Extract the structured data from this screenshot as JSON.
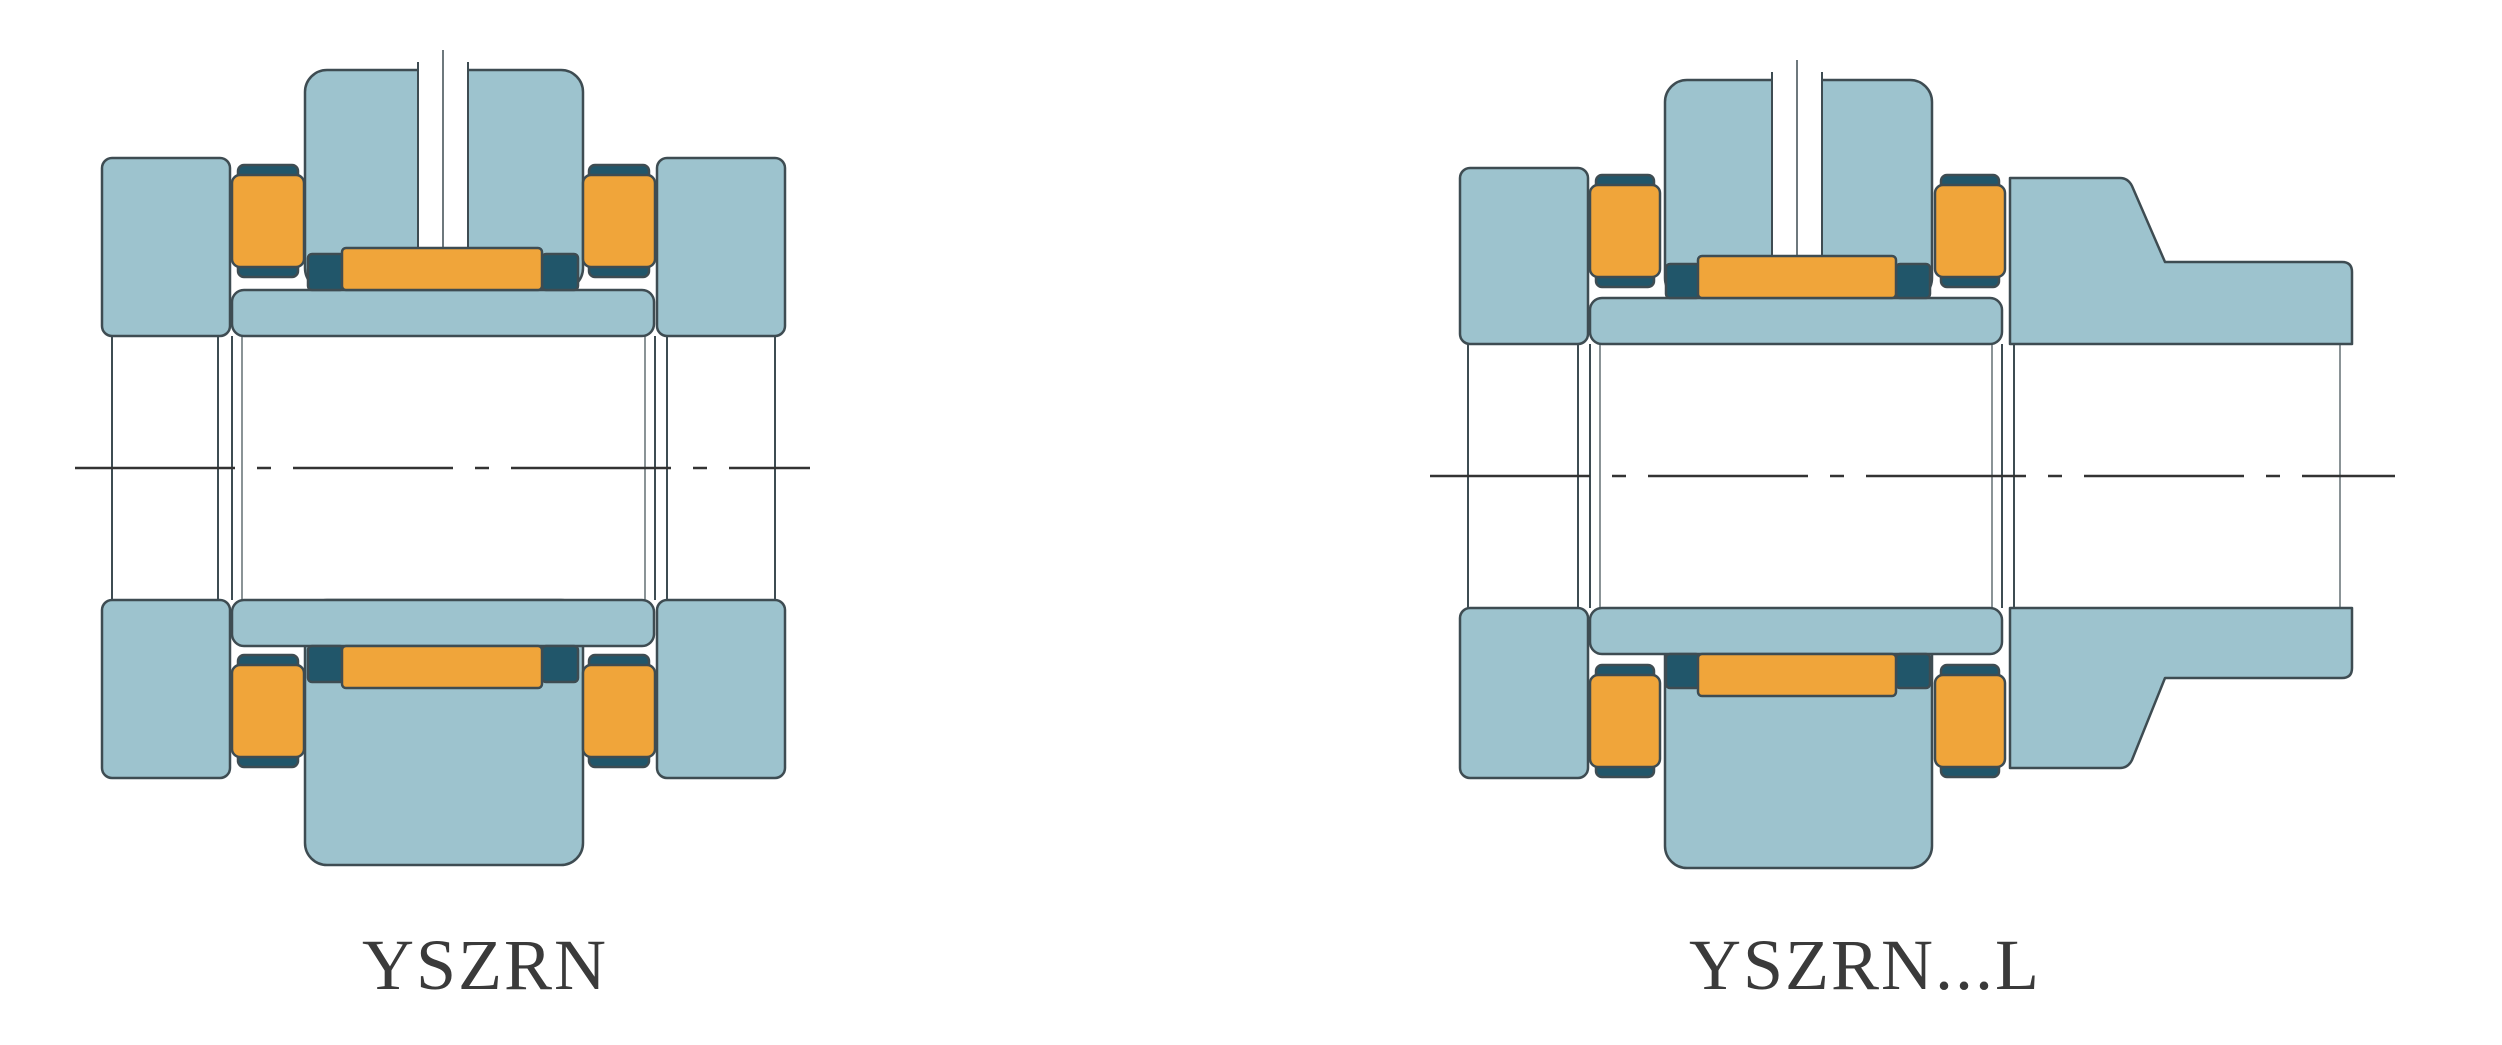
{
  "figure": {
    "colors": {
      "housing": "#9DC3CE",
      "rollers": "#F0A53A",
      "cage": "#21566A",
      "outline": "#3E4C52",
      "centerline": "#333333",
      "background": "#FFFFFF"
    },
    "drawings": [
      {
        "id": "yszrn",
        "caption": "YSZRN",
        "has_extension_sleeve": false
      },
      {
        "id": "yszrn-l",
        "caption": "YSZRN...L",
        "has_extension_sleeve": true
      }
    ]
  }
}
